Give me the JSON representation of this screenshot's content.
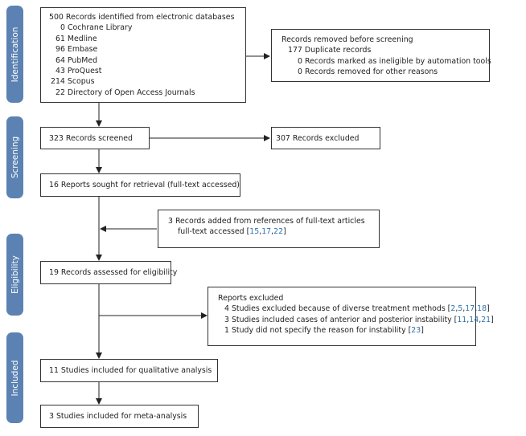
{
  "phases": {
    "identification": "Identification",
    "screening": "Screening",
    "eligibility": "Eligibility",
    "included": "Included"
  },
  "identified": {
    "total": "500 Records identified from electronic databases",
    "sources": [
      "0 Cochrane Library",
      "61 Medline",
      "96 Embase",
      "64 PubMed",
      "43 ProQuest",
      "214 Scopus",
      "22 Directory of Open Access Journals"
    ]
  },
  "removed": {
    "title": "Records removed before screening",
    "duplicates": "177 Duplicate records",
    "automation": "0 Records marked as ineligible by automation tools",
    "other": "0 Records removed for other reasons"
  },
  "screened": "323 Records screened",
  "excluded_screening": "307 Records excluded",
  "retrieval": "16 Reports sought for retrieval (full-text accessed)",
  "added": {
    "line1": "3 Records added from references of full-text articles",
    "line2_prefix": "full-text accessed [",
    "refs": [
      "15",
      "17",
      "22"
    ],
    "suffix": "]"
  },
  "assessed": "19 Records assessed for eligibility",
  "reports_excluded": {
    "title": "Reports excluded",
    "reason1_prefix": "4 Studies excluded because of diverse treatment methods [",
    "reason1_refs": [
      "2",
      "5",
      "17",
      "18"
    ],
    "reason2_prefix": "3 Studies included cases of anterior and posterior instability [",
    "reason2_refs": [
      "11",
      "14",
      "21"
    ],
    "reason3_prefix": "1 Study did not specify the reason for instability [",
    "reason3_refs": [
      "23"
    ],
    "close": "]"
  },
  "qualitative": "11 Studies included for qualitative analysis",
  "meta": "3 Studies included for meta-analysis",
  "colors": {
    "phase": "#5b82b2",
    "citation": "#2a6fb0"
  }
}
